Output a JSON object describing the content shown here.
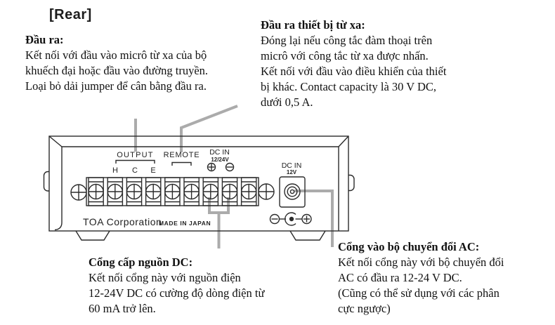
{
  "heading": "[Rear]",
  "notes": {
    "output": {
      "title": "Đầu ra:",
      "lines": [
        "Kết nối với đầu vào micrô từ xa của bộ",
        "khuếch đại hoặc đầu vào đường truyền.",
        "Loại bỏ dải jumper để cân bằng đầu ra."
      ]
    },
    "remote": {
      "title": "Đầu ra thiết bị từ xa:",
      "lines": [
        "Đóng lại nếu công tắc đàm thoại trên",
        "micrô với công tắc từ xa được nhấn.",
        "Kết nối với đầu vào điều khiển của thiết",
        "bị khác. Contact capacity là 30 V DC,",
        "dưới 0,5 A."
      ]
    },
    "dc_power": {
      "title": "Cổng cấp nguồn DC:",
      "lines": [
        "Kết nối cổng này với nguồn điện",
        "12-24V DC có cường độ dòng điện từ",
        "60 mA trở lên."
      ]
    },
    "ac_adapter": {
      "title": "Cổng vào bộ chuyển đổi AC:",
      "lines": [
        "Kết nối cổng này với bộ chuyển đổi",
        "AC có đầu ra 12-24 V DC.",
        "(Cũng có thể sử dụng với các phân",
        "cực ngược)"
      ]
    }
  },
  "panel": {
    "output_label": "OUTPUT",
    "output_terminals": [
      "H",
      "C",
      "E"
    ],
    "remote_label": "REMOTE",
    "dc_in_label": "DC IN",
    "dc_in_voltage": "12/24V",
    "jack_label": "DC IN",
    "jack_voltage": "12V",
    "brand": "TOA Corporation",
    "made_in": "MADE IN JAPAN",
    "terminal_count": 9
  },
  "colors": {
    "callout": "#ababab",
    "line": "#2b2b2b"
  }
}
